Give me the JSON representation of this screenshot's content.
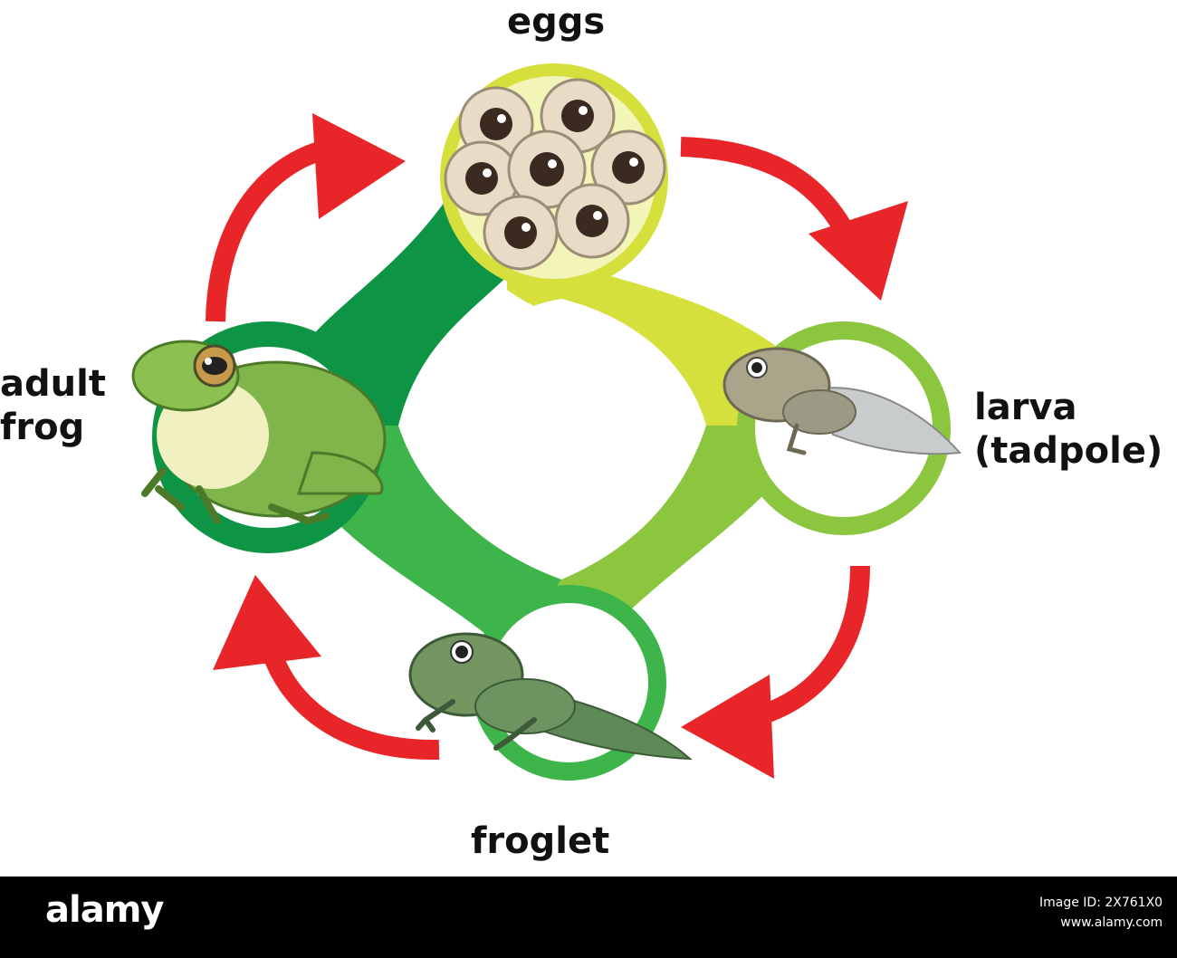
{
  "diagram": {
    "stages": {
      "eggs": "eggs",
      "larva": [
        "larva",
        "(tadpole)"
      ],
      "froglet": "froglet",
      "adult": [
        "adult",
        "frog"
      ]
    },
    "colors": {
      "arrow": "#e8262a",
      "dark_green": "#0e9445",
      "mid_green": "#3db54a",
      "light_green": "#8cc63f",
      "yellow_green": "#d6e03c"
    }
  },
  "watermark": {
    "logo": "alamy",
    "image_id_line1": "Image ID: 2X761X0",
    "site": "www.alamy.com"
  }
}
